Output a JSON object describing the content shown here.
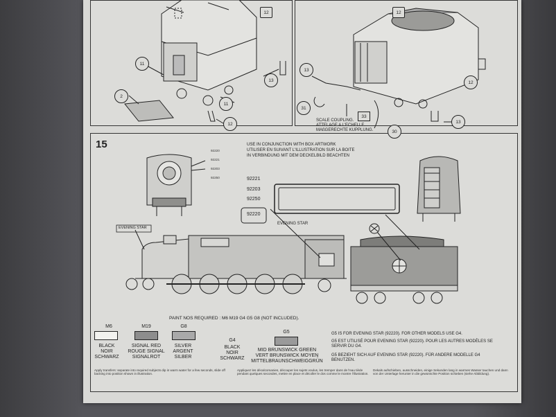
{
  "top_left_panel": {
    "callouts": [
      "12",
      "11",
      "13",
      "11",
      "2",
      "12"
    ]
  },
  "top_right_panel": {
    "callouts": [
      "12",
      "13",
      "12",
      "31",
      "33",
      "30",
      "13"
    ],
    "coupling_caption": [
      "SCALE COUPLING.",
      "ATTELAGE A L'ECHELLE.",
      "MAßGERECHTE KUPPLUNG."
    ]
  },
  "step": {
    "number": "15",
    "instruction": [
      "USE IN CONJUNCTION WITH BOX ARTWORK",
      "UTILISER EN SUIVANT L'ILLUSTRATION SUR LA BOITE",
      "IN VERBINDUNG MIT DEM DECKELBILD BEACHTEN"
    ],
    "small_numbers": [
      "92220",
      "92221",
      "92203",
      "92250"
    ],
    "numbers": [
      "92221",
      "92203",
      "92250",
      "92220"
    ],
    "nameplate_label": "EVENING STAR",
    "loco_label": "EVENING STAR",
    "paint_heading": "PAINT NOS REQUIRED : M6 M19 G4 G5 G8 (NOT INCLUDED)."
  },
  "paints": [
    {
      "code": "M6",
      "lines": [
        "BLACK",
        "NOIR",
        "SCHWARZ"
      ],
      "color": "#f2f2ef"
    },
    {
      "code": "M19",
      "lines": [
        "SIGNAL RED",
        "ROUGE SIGNAL",
        "SIGNALROT"
      ],
      "color": "#8d8d8d"
    },
    {
      "code": "G8",
      "lines": [
        "SILVER",
        "ARGENT",
        "SILBER"
      ],
      "color": "#a9a9a9"
    },
    {
      "code": "G4",
      "lines": [
        "BLACK",
        "NOIR",
        "SCHWARZ"
      ],
      "color": ""
    },
    {
      "code": "G5",
      "lines": [
        "MID BRUNSWICK GREEN",
        "VERT BRUNSWICK MOYEN",
        "MITTELBRAUNSCHWEIGGRÜN"
      ],
      "color": "#9a9a9a"
    }
  ],
  "notes": [
    "G5 IS FOR EVENING STAR (92220). FOR OTHER MODELS USE G4.",
    "G5 EST UTILISÉ POUR EVENING STAR (92220). POUR LES AUTRES MODÈLES SE SERVIR DU G4.",
    "G5 BEZIEHT SICH AUF EVENING STAR (92220). FÜR ANDERE MODELLE G4 BENUTZEN."
  ],
  "transfer_texts": [
    "Apply transfers: separate into required subjects dip in warm water for a few seconds, slide off backing into position shown in illustration.",
    "Appliquez les décalcomanies, découper les sujets voulus, les tremper dans de l'eau tiède pendant quelques secondes, mettre en place et décoller le dos comme le montre l'illustration.",
    "Dekals aufschieben, ausschneiden, einige Sekunden lang in warmes Wasser tauchen und dann von der Unterlage herunter in die gewünschte Position schieben (siehe Abbildung)."
  ]
}
